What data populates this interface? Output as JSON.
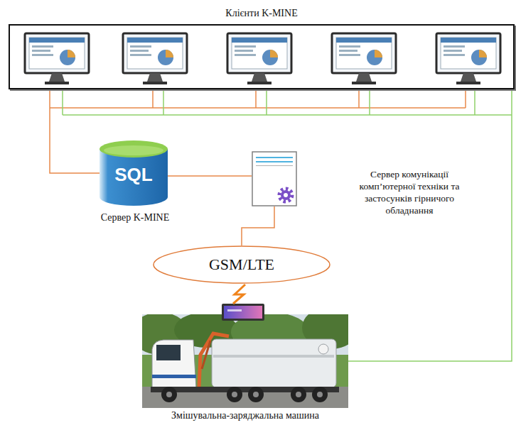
{
  "diagram": {
    "nodes": [
      {
        "text": [
          "Клієнти K-MINE"
        ]
      },
      {
        "text": [
          "SQL",
          "Сервер K-MINE"
        ]
      },
      {
        "text": [
          "Сервер комунікації комп’ютерної техніки та застосунків гірничого обладнання"
        ]
      },
      {
        "text": [
          "GSM/LTE"
        ]
      },
      {
        "text": [
          "Змішувальна-заряджальна машина"
        ]
      }
    ],
    "edges": [
      {
        "from": 0,
        "to": 1,
        "arrow": "none"
      },
      {
        "from": 1,
        "to": 2,
        "arrow": "none"
      },
      {
        "from": 2,
        "to": 3,
        "arrow": "none"
      },
      {
        "from": 3,
        "to": 4,
        "arrow": "none"
      },
      {
        "from": 0,
        "to": 4,
        "arrow": "none"
      }
    ]
  }
}
